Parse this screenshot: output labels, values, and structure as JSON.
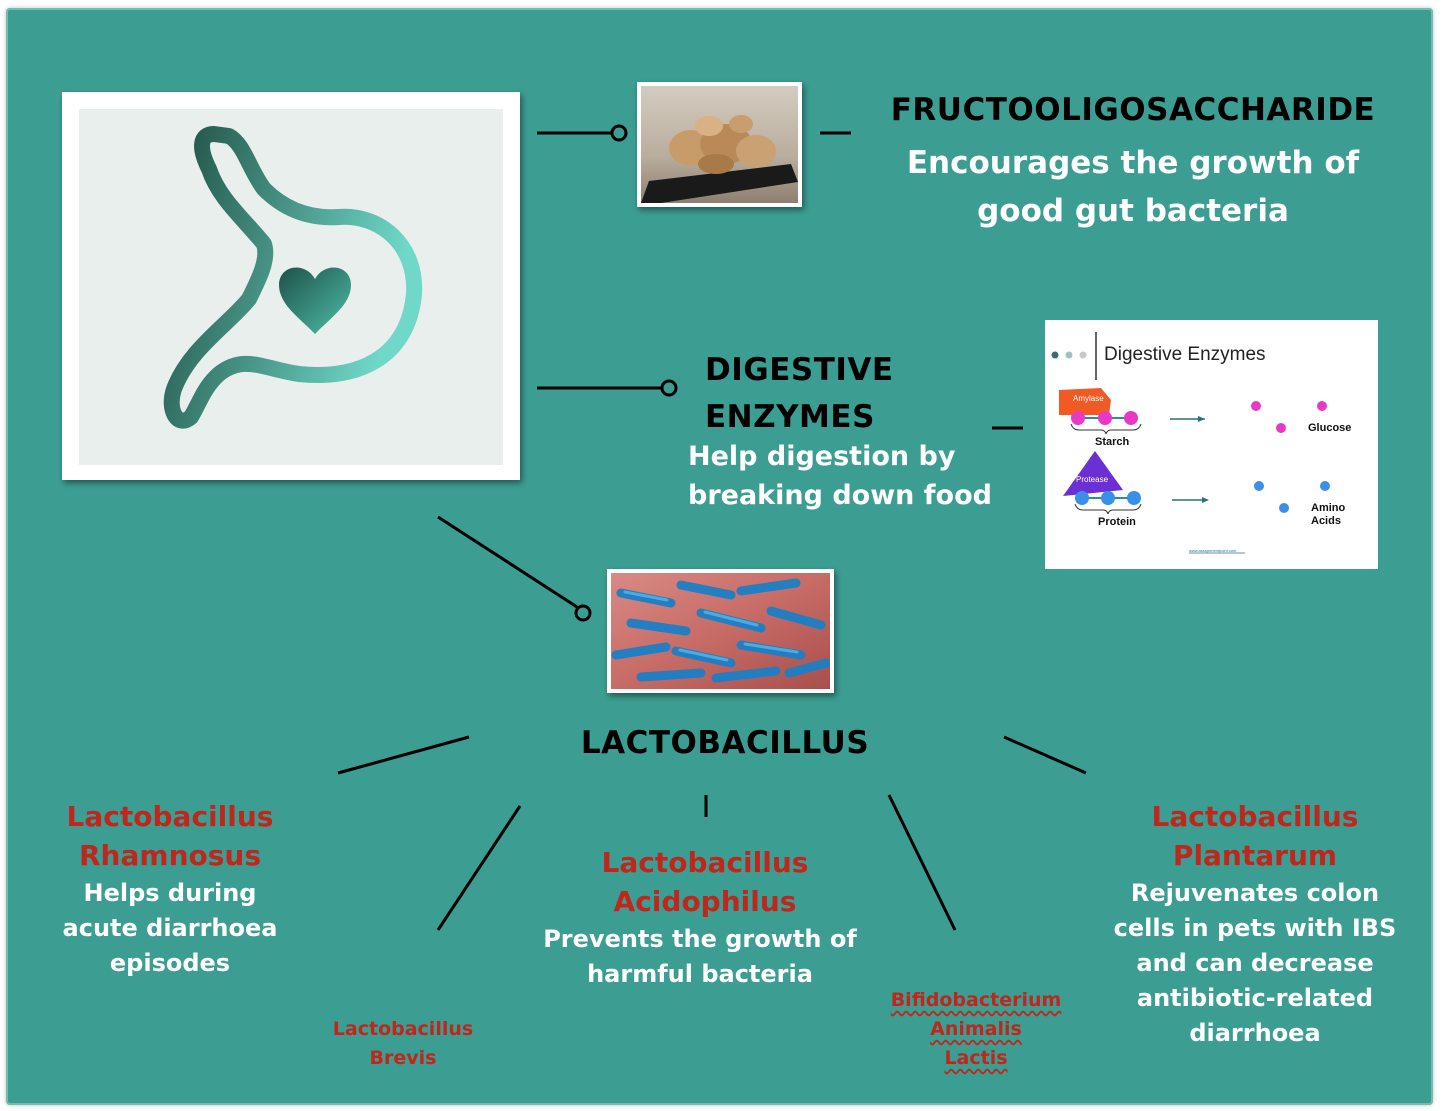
{
  "fructo": {
    "title": "FRUCTOOLIGOSACCHARIDE",
    "desc_line1": "Encourages the growth of",
    "desc_line2": "good gut bacteria"
  },
  "enzymes": {
    "title_line1": "DIGESTIVE",
    "title_line2": "ENZYMES",
    "desc_line1": "Help digestion by",
    "desc_line2": "breaking down food",
    "slide": {
      "title": "Digestive Enzymes",
      "amylase": "Amylase",
      "starch": "Starch",
      "glucose": "Glucose",
      "protease": "Protease",
      "protein": "Protein",
      "amino_line1": "Amino",
      "amino_line2": "Acids",
      "url": "www.assignmentpoint.com"
    }
  },
  "lacto": {
    "title": "LACTOBACILLUS"
  },
  "rhamnosus": {
    "name_line1": "Lactobacillus",
    "name_line2": "Rhamnosus",
    "desc_line1": "Helps during",
    "desc_line2": "acute diarrhoea",
    "desc_line3": "episodes"
  },
  "acidophilus": {
    "name_line1": "Lactobacillus",
    "name_line2": "Acidophilus",
    "desc_line1": "Prevents the growth of",
    "desc_line2": "harmful bacteria"
  },
  "plantarum": {
    "name_line1": "Lactobacillus",
    "name_line2": "Plantarum",
    "desc_line1": "Rejuvenates colon",
    "desc_line2": "cells in pets with IBS",
    "desc_line3": "and can decrease",
    "desc_line4": "antibiotic-related",
    "desc_line5": "diarrhoea"
  },
  "brevis": {
    "name_line1": "Lactobacillus",
    "name_line2": "Brevis"
  },
  "bifido": {
    "name_line1": "Bifidobacterium",
    "name_line2": "Animalis",
    "name_line3": "Lactis"
  },
  "icons": {
    "stomach": "stomach-heart-icon",
    "root": "jerusalem-artichoke-photo",
    "bacteria": "bacteria-photo"
  },
  "colors": {
    "background": "#3c9e92",
    "red_text": "#c0261b",
    "white_text": "#ffffff",
    "heading_text": "#000000"
  }
}
